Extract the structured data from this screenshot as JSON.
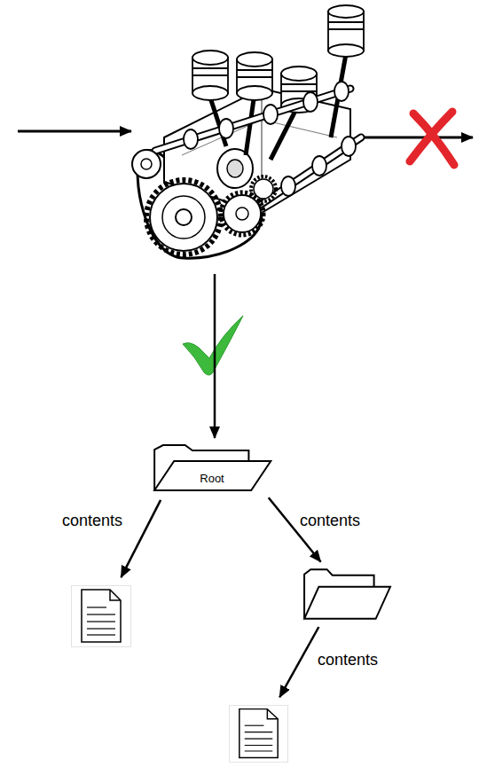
{
  "diagram": {
    "nodes": [
      {
        "text": []
      },
      {
        "text": [
          "Root"
        ]
      },
      {
        "text": []
      },
      {
        "text": []
      },
      {
        "text": []
      }
    ],
    "edges": [
      {
        "from": 0,
        "to": 1,
        "arrow": "to"
      },
      {
        "from": 1,
        "to": 2,
        "label": "contents",
        "arrow": "to"
      },
      {
        "from": 1,
        "to": 3,
        "label": "contents",
        "arrow": "to"
      },
      {
        "from": 3,
        "to": 4,
        "label": "contents",
        "arrow": "to"
      }
    ]
  }
}
